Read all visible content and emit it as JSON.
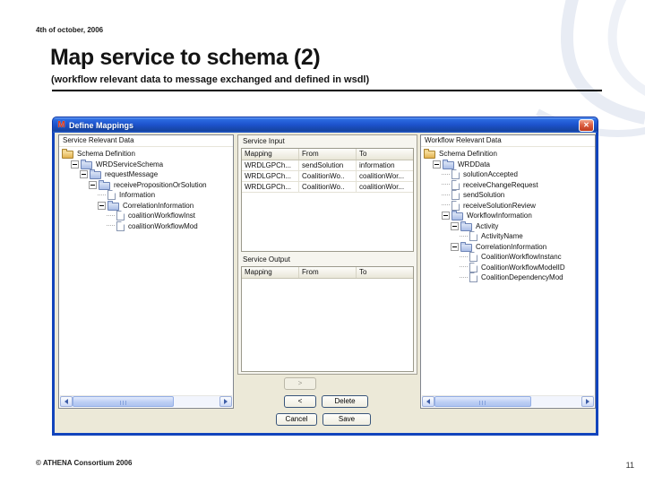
{
  "slide": {
    "date": "4th of october, 2006",
    "title": "Map service to schema (2)",
    "subtitle": "(workflow relevant data to message exchanged and defined in wsdl)",
    "footer": "© ATHENA Consortium 2006",
    "page_number": "11"
  },
  "icons": {
    "app_logo_glyph": "M",
    "close_glyph": "✕"
  },
  "colors": {
    "titlebar_blue": "#1d52cc",
    "frame_blue": "#1244bc",
    "close_red": "#bf3a1e",
    "dialog_bg": "#ece9d8",
    "scrollbar_blue": "#bacdf4",
    "folder_yellow": "#e3b250",
    "folder_blue": "#a9bde6"
  },
  "dialog": {
    "title": "Define Mappings",
    "left_panel": {
      "header": "Service Relevant Data",
      "tree": [
        {
          "label": "Schema Definition",
          "level": 0,
          "icon": "folder-root",
          "expand": false
        },
        {
          "label": "WRDServiceSchema",
          "level": 1,
          "icon": "folder",
          "expand": true
        },
        {
          "label": "requestMessage",
          "level": 2,
          "icon": "folder",
          "expand": true
        },
        {
          "label": "receivePropositionOrSolution",
          "level": 3,
          "icon": "folder",
          "expand": true
        },
        {
          "label": "Information",
          "level": 4,
          "icon": "doc",
          "expand": false
        },
        {
          "label": "CorrelationInformation",
          "level": 4,
          "icon": "folder",
          "expand": true
        },
        {
          "label": "coalitionWorkflowInst",
          "level": 5,
          "icon": "doc",
          "expand": false
        },
        {
          "label": "coalitionWorkflowMod",
          "level": 5,
          "icon": "doc",
          "expand": false
        }
      ]
    },
    "middle_panel": {
      "input_label": "Service Input",
      "output_label": "Service Output",
      "input_table": {
        "columns": [
          "Mapping",
          "From",
          "To"
        ],
        "rows": [
          [
            "WRDLGPCh...",
            "sendSolution",
            "information"
          ],
          [
            "WRDLGPCh...",
            "CoalitionWo..",
            "coalitionWor..."
          ],
          [
            "WRDLGPCh...",
            "CoalitionWo..",
            "coalitionWor..."
          ]
        ]
      },
      "output_table": {
        "columns": [
          "Mapping",
          "From",
          "To"
        ],
        "rows": []
      }
    },
    "right_panel": {
      "header": "Workflow Relevant Data",
      "tree": [
        {
          "label": "Schema Definition",
          "level": 0,
          "icon": "folder-root",
          "expand": false
        },
        {
          "label": "WRDData",
          "level": 1,
          "icon": "folder",
          "expand": true
        },
        {
          "label": "solutionAccepted",
          "level": 2,
          "icon": "doc",
          "expand": false
        },
        {
          "label": "receiveChangeRequest",
          "level": 2,
          "icon": "doc",
          "expand": false
        },
        {
          "label": "sendSolution",
          "level": 2,
          "icon": "doc",
          "expand": false
        },
        {
          "label": "receiveSolutionReview",
          "level": 2,
          "icon": "doc",
          "expand": false
        },
        {
          "label": "WorkflowInformation",
          "level": 2,
          "icon": "folder",
          "expand": true
        },
        {
          "label": "Activity",
          "level": 3,
          "icon": "folder",
          "expand": true
        },
        {
          "label": "ActivityName",
          "level": 4,
          "icon": "doc",
          "expand": false
        },
        {
          "label": "CorrelationInformation",
          "level": 3,
          "icon": "folder",
          "expand": true
        },
        {
          "label": "CoalitionWorkflowInstanc",
          "level": 4,
          "icon": "doc",
          "expand": false
        },
        {
          "label": "CoalitionWorkflowModelID",
          "level": 4,
          "icon": "doc",
          "expand": false
        },
        {
          "label": "CoalitionDependencyMod",
          "level": 4,
          "icon": "doc",
          "expand": false
        }
      ]
    },
    "buttons": {
      "move_right": ">",
      "move_left": "<",
      "delete": "Delete",
      "cancel": "Cancel",
      "save": "Save"
    }
  }
}
